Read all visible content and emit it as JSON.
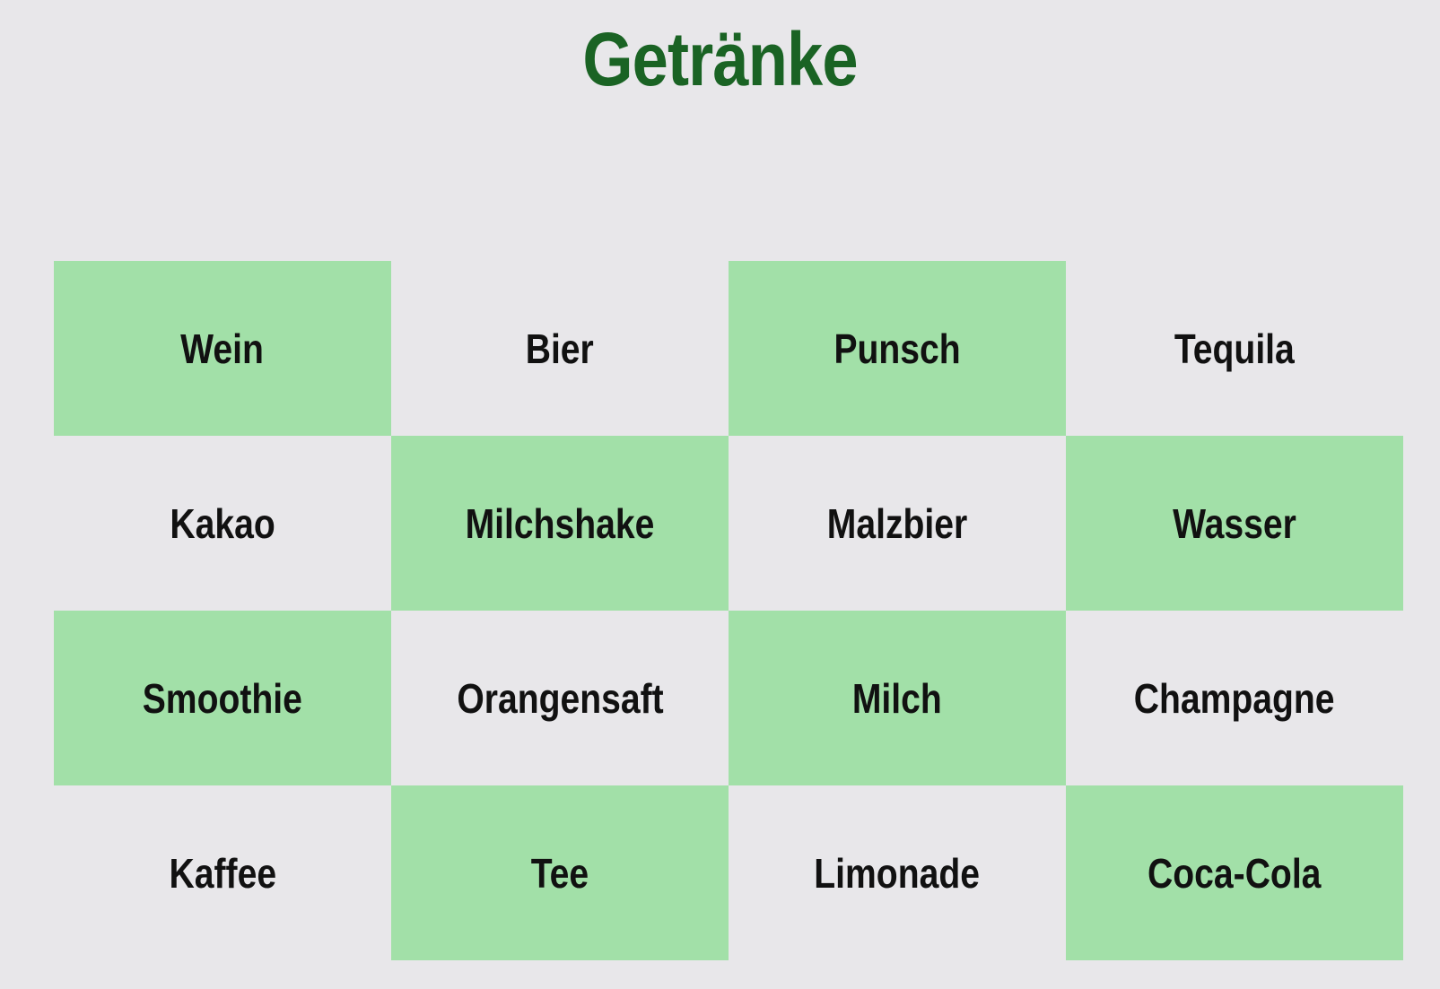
{
  "title": "Getränke",
  "colors": {
    "title": "#1a6324",
    "highlight": "#a2e0a8",
    "background": "#e8e7ea"
  },
  "cells": [
    {
      "label": "Wein",
      "highlighted": true
    },
    {
      "label": "Bier",
      "highlighted": false
    },
    {
      "label": "Punsch",
      "highlighted": true
    },
    {
      "label": "Tequila",
      "highlighted": false
    },
    {
      "label": "Kakao",
      "highlighted": false
    },
    {
      "label": "Milchshake",
      "highlighted": true
    },
    {
      "label": "Malzbier",
      "highlighted": false
    },
    {
      "label": "Wasser",
      "highlighted": true
    },
    {
      "label": "Smoothie",
      "highlighted": true
    },
    {
      "label": "Orangensaft",
      "highlighted": false
    },
    {
      "label": "Milch",
      "highlighted": true
    },
    {
      "label": "Champagne",
      "highlighted": false
    },
    {
      "label": "Kaffee",
      "highlighted": false
    },
    {
      "label": "Tee",
      "highlighted": true
    },
    {
      "label": "Limonade",
      "highlighted": false
    },
    {
      "label": "Coca-Cola",
      "highlighted": true
    }
  ]
}
